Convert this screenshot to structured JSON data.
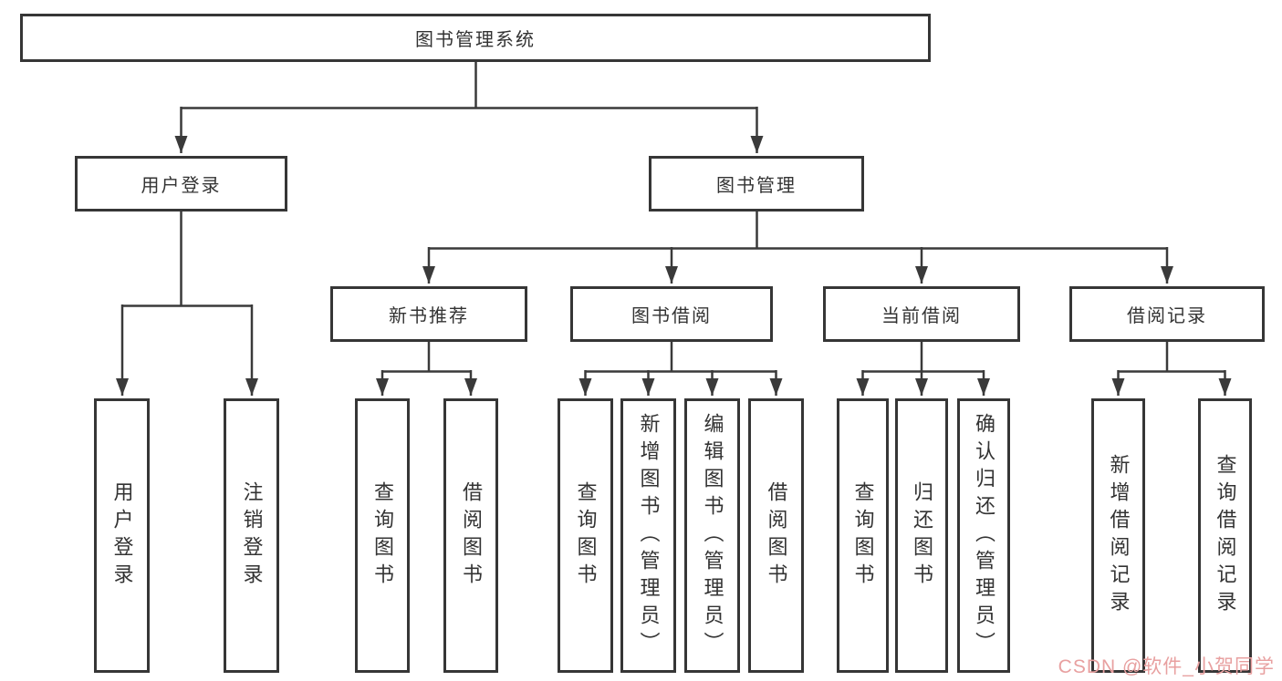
{
  "title": "图书管理系统",
  "tree": {
    "label": "图书管理系统",
    "children": [
      {
        "label": "用户登录",
        "children": [
          {
            "label": "用户登录"
          },
          {
            "label": "注销登录"
          }
        ]
      },
      {
        "label": "图书管理",
        "children": [
          {
            "label": "新书推荐",
            "children": [
              {
                "label": "查询图书"
              },
              {
                "label": "借阅图书"
              }
            ]
          },
          {
            "label": "图书借阅",
            "children": [
              {
                "label": "查询图书"
              },
              {
                "label": "新增图书（管理员）"
              },
              {
                "label": "编辑图书（管理员）"
              },
              {
                "label": "借阅图书"
              }
            ]
          },
          {
            "label": "当前借阅",
            "children": [
              {
                "label": "查询图书"
              },
              {
                "label": "归还图书"
              },
              {
                "label": "确认归还（管理员）"
              }
            ]
          },
          {
            "label": "借阅记录",
            "children": [
              {
                "label": "新增借阅记录"
              },
              {
                "label": "查询借阅记录"
              }
            ]
          }
        ]
      }
    ]
  },
  "watermark": {
    "text": "CSDN @软件_小贺同学",
    "color": "#e8a0a0"
  },
  "colors": {
    "background": "#ffffff",
    "line": "#3a3a3a",
    "box_border": "#363636",
    "text": "#333333"
  }
}
